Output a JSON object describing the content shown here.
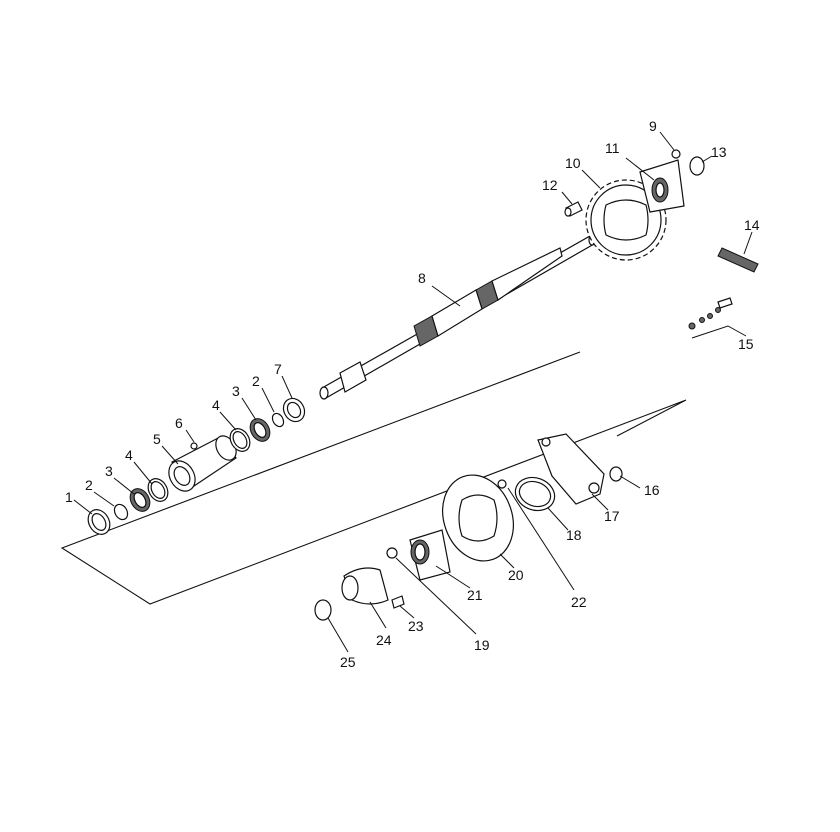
{
  "callouts": [
    {
      "id": "c1",
      "text": "1"
    },
    {
      "id": "c2a",
      "text": "2"
    },
    {
      "id": "c3a",
      "text": "3"
    },
    {
      "id": "c4a",
      "text": "4"
    },
    {
      "id": "c5",
      "text": "5"
    },
    {
      "id": "c6",
      "text": "6"
    },
    {
      "id": "c4b",
      "text": "4"
    },
    {
      "id": "c3b",
      "text": "3"
    },
    {
      "id": "c2b",
      "text": "2"
    },
    {
      "id": "c7",
      "text": "7"
    },
    {
      "id": "c8",
      "text": "8"
    },
    {
      "id": "c9",
      "text": "9"
    },
    {
      "id": "c10",
      "text": "10"
    },
    {
      "id": "c11",
      "text": "11"
    },
    {
      "id": "c12",
      "text": "12"
    },
    {
      "id": "c13",
      "text": "13"
    },
    {
      "id": "c14",
      "text": "14"
    },
    {
      "id": "c15",
      "text": "15"
    },
    {
      "id": "c16",
      "text": "16"
    },
    {
      "id": "c17",
      "text": "17"
    },
    {
      "id": "c18",
      "text": "18"
    },
    {
      "id": "c19",
      "text": "19"
    },
    {
      "id": "c20",
      "text": "20"
    },
    {
      "id": "c21",
      "text": "21"
    },
    {
      "id": "c22",
      "text": "22"
    },
    {
      "id": "c23",
      "text": "23"
    },
    {
      "id": "c24",
      "text": "24"
    },
    {
      "id": "c25",
      "text": "25"
    }
  ]
}
